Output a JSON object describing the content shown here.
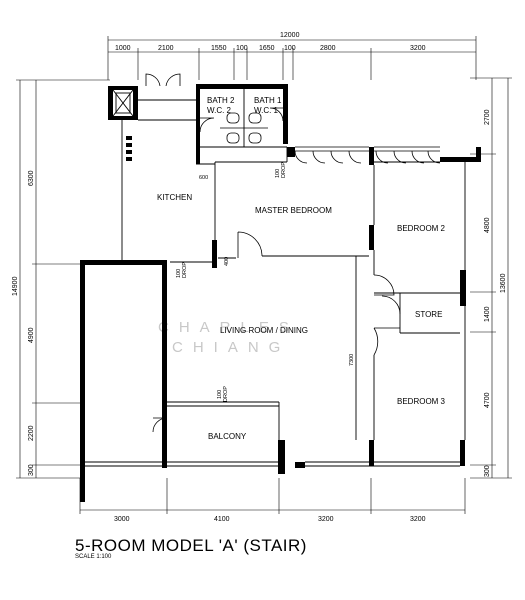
{
  "drawing": {
    "title": "5-ROOM MODEL 'A' (STAIR)",
    "scale": "SCALE  1:100",
    "watermark_line1": "CHARLES",
    "watermark_line2": "CHIANG"
  },
  "dimensions": {
    "top_total": "12000",
    "top_segments": [
      "1000",
      "2100",
      "1550",
      "100",
      "1650",
      "100",
      "2800",
      "3200"
    ],
    "bottom_segments": [
      "3000",
      "4100",
      "3200",
      "3200"
    ],
    "left_total": "14900",
    "left_segments": [
      "6300",
      "4900",
      "2200",
      "300"
    ],
    "right_total": "13600",
    "right_segments": [
      "2700",
      "4800",
      "1400",
      "4700",
      "300"
    ],
    "interior": {
      "kitchen_600": "600",
      "master_400": "400",
      "living_7300": "7300"
    }
  },
  "rooms": {
    "bath2_line1": "BATH 2",
    "bath2_line2": "W.C. 2",
    "bath1_line1": "BATH 1",
    "bath1_line2": "W.C. 1",
    "kitchen": "KITCHEN",
    "master_bedroom": "MASTER BEDROOM",
    "bedroom2": "BEDROOM 2",
    "store": "STORE",
    "living_dining": "LIVING ROOM / DINING",
    "bedroom3": "BEDROOM 3",
    "balcony": "BALCONY"
  },
  "notes": {
    "drop_a_1": "100",
    "drop_a_2": "DROP",
    "drop_b_1": "100",
    "drop_b_2": "DROP",
    "drop_c_1": "100",
    "drop_c_2": "DROP"
  }
}
